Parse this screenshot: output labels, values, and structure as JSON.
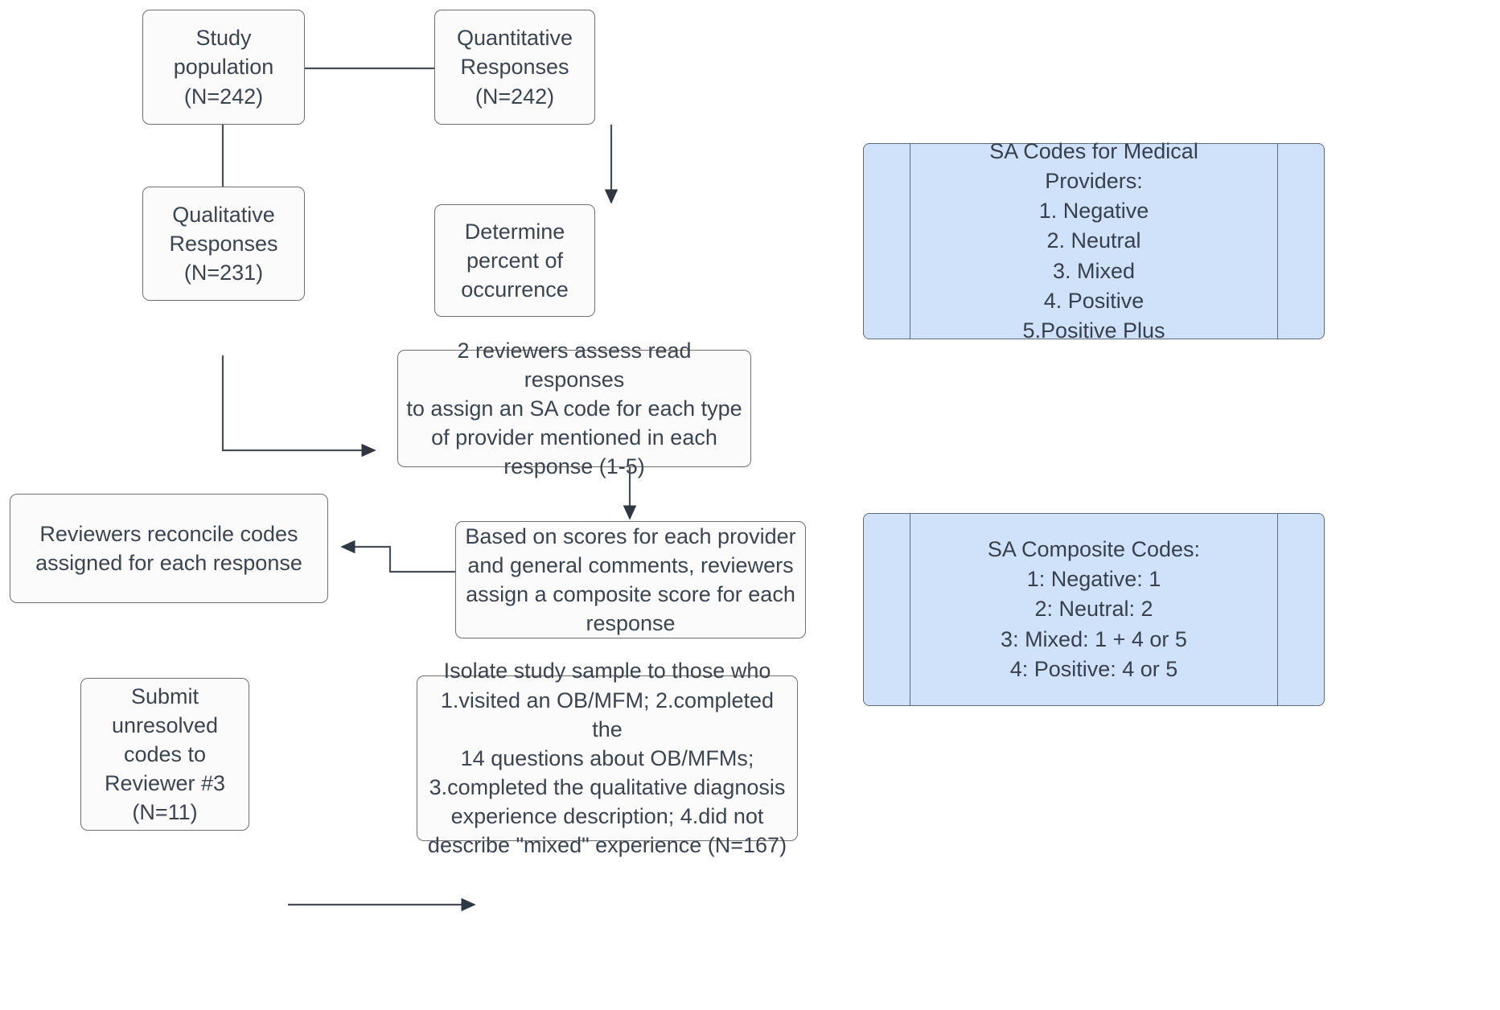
{
  "diagram": {
    "title": "Study response coding flowchart",
    "accent_fill": "#cfe2fa",
    "accent_stroke": "#5d6b7e",
    "node_stroke": "#707070",
    "node_fill": "#fbfbfb",
    "text_color": "#3c4450"
  },
  "nodes": {
    "study_population": "Study\npopulation\n(N=242)",
    "quantitative_responses": "Quantitative\nResponses\n(N=242)",
    "qualitative_responses": "Qualitative\nResponses\n(N=231)",
    "determine_percent": "Determine\npercent of\noccurrence",
    "two_reviewers_assess": "2 reviewers assess read responses\nto assign an SA code for each type\nof provider mentioned in each\nresponse (1-5)",
    "reviewers_reconcile": "Reviewers reconcile codes\nassigned for each response",
    "based_on_scores": "Based on scores for each provider\nand general comments, reviewers\nassign a composite score for each\nresponse",
    "submit_unresolved": "Submit\nunresolved\ncodes to\nReviewer #3\n(N=11)",
    "isolate_sample": "Isolate study sample to those who\n1.visited an OB/MFM; 2.completed the\n14 questions about OB/MFMs;\n3.completed the qualitative diagnosis\nexperience description; 4.did not\ndescribe \"mixed\" experience (N=167)"
  },
  "notes": {
    "sa_codes_providers": "SA Codes for Medical\nProviders:\n1. Negative\n2. Neutral\n3. Mixed\n4. Positive\n5.Positive Plus",
    "sa_composite_codes": "SA Composite Codes:\n1: Negative: 1\n2: Neutral: 2\n3: Mixed: 1 + 4 or 5\n4: Positive: 4 or 5"
  }
}
